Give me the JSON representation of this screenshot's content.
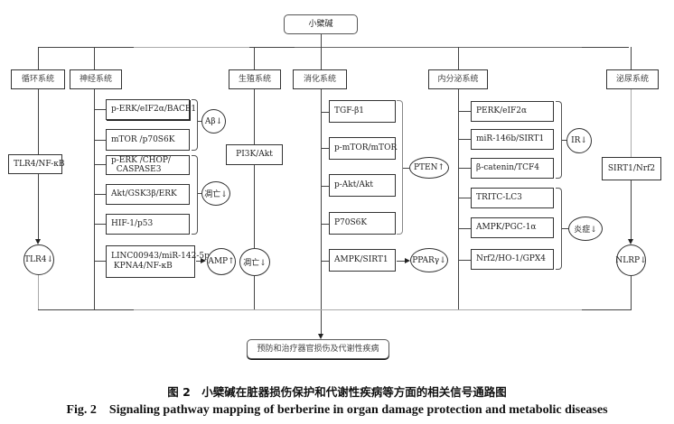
{
  "root": {
    "label": "小檗碱"
  },
  "outcome": {
    "label": "预防和治疗器官损伤及代谢性疾病"
  },
  "systems": {
    "circulatory": {
      "label": "循环系统",
      "pathway": "TLR4/NF-κB",
      "result": "TLR4↓"
    },
    "nervous": {
      "label": "神经系统",
      "groups": [
        {
          "pathways": [
            "p-ERK/eIF2α/BACE1",
            "mTOR /p70S6K"
          ],
          "result": "Aβ↓"
        },
        {
          "pathways": [
            "p-ERK /CHOP/\nCASPASE3",
            "Akt/GSK3β/ERK",
            "HIF-1/p53"
          ],
          "result": "凋亡↓"
        },
        {
          "pathways": [
            "LINC00943/miR-142-5p /\nKPNA4/NF-κB"
          ],
          "result": "AMP↑"
        }
      ]
    },
    "reproductive": {
      "label": "生殖系统",
      "pathway": "PI3K/Akt",
      "result": "凋亡↓"
    },
    "digestive": {
      "label": "消化系统",
      "groups": [
        {
          "pathways": [
            "TGF-β1",
            "p-mTOR/mTOR",
            "p-Akt/Akt",
            "P70S6K"
          ],
          "result": "PTEN↑"
        },
        {
          "pathways": [
            "AMPK/SIRT1"
          ],
          "result": "PPARγ↓"
        }
      ]
    },
    "endocrine": {
      "label": "内分泌系统",
      "groups": [
        {
          "pathways": [
            "PERK/eIF2α",
            "miR-146b/SIRT1",
            "β-catenin/TCF4"
          ],
          "result": "IR↓"
        },
        {
          "pathways": [
            "TRITC-LC3",
            "AMPK/PGC-1α",
            "Nrf2/HO-1/GPX4"
          ],
          "result": "炎症↓"
        }
      ]
    },
    "urinary": {
      "label": "泌尿系统",
      "pathway": "SIRT1/Nrf2",
      "result": "NLRP↓"
    }
  },
  "caption": {
    "cn": "图 2　小檗碱在脏器损伤保护和代谢性疾病等方面的相关信号通路图",
    "en": "Fig. 2　Signaling pathway mapping of berberine in organ damage protection and metabolic diseases"
  }
}
